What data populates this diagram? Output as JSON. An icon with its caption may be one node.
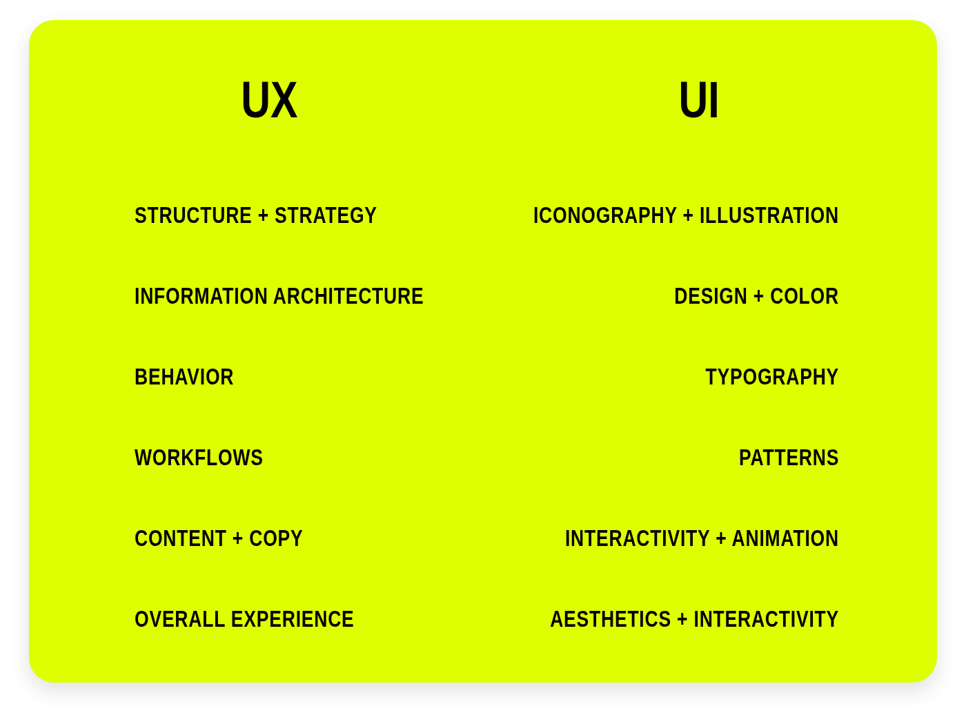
{
  "diagram": {
    "nodes": [
      {
        "text": [
          "UX",
          "UI",
          "STRUCTURE + STRATEGY",
          "ICONOGRAPHY + ILLUSTRATION",
          "INFORMATION ARCHITECTURE",
          "DESIGN + COLOR",
          "BEHAVIOR",
          "TYPOGRAPHY",
          "WORKFLOWS",
          "PATTERNS",
          "CONTENT + COPY",
          "INTERACTIVITY + ANIMATION",
          "OVERALL EXPERIENCE",
          "AESTHETICS + INTERACTIVITY"
        ]
      }
    ]
  }
}
